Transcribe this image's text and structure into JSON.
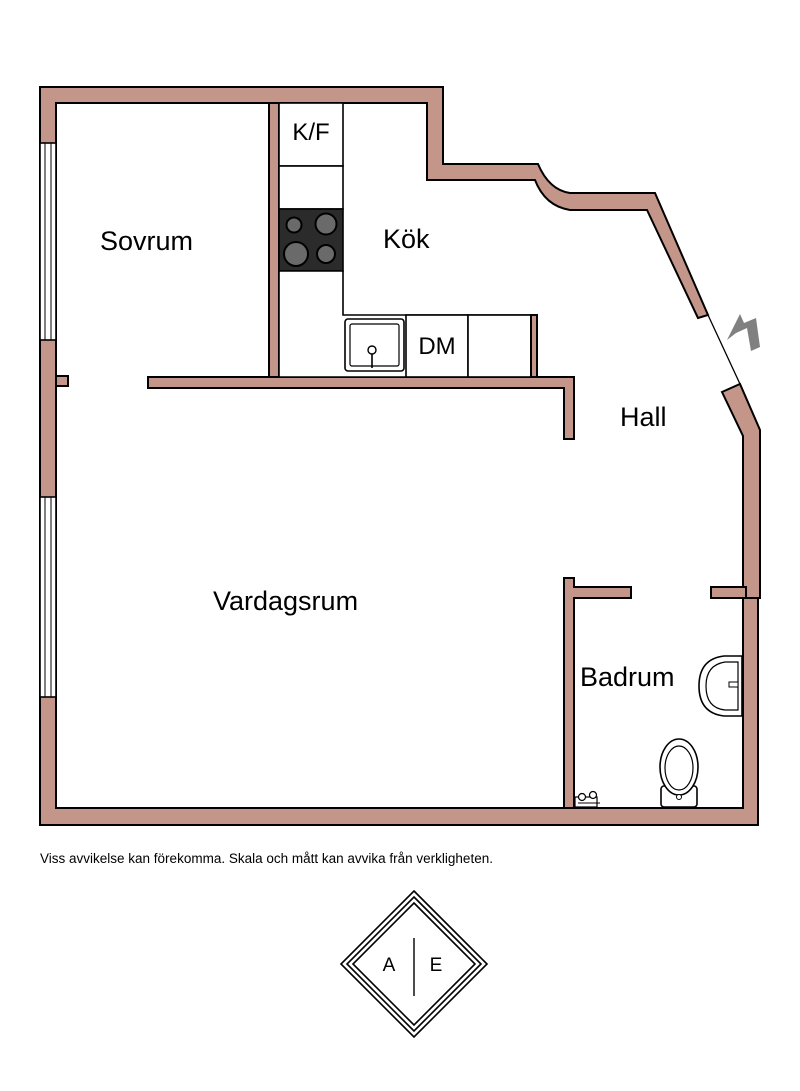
{
  "rooms": {
    "sovrum": "Sovrum",
    "kok": "Kök",
    "vardagsrum": "Vardagsrum",
    "hall": "Hall",
    "badrum": "Badrum"
  },
  "fixtures": {
    "fridge_freezer": "K/F",
    "dishwasher": "DM"
  },
  "disclaimer": "Viss avvikelse kan förekomma. Skala och mått kan avvika från verkligheten.",
  "logo": {
    "left_letter": "A",
    "right_letter": "E"
  },
  "colors": {
    "wall_fill": "#c4968a",
    "outline": "#000000",
    "background": "#ffffff",
    "entrance_arrow": "#808080"
  }
}
